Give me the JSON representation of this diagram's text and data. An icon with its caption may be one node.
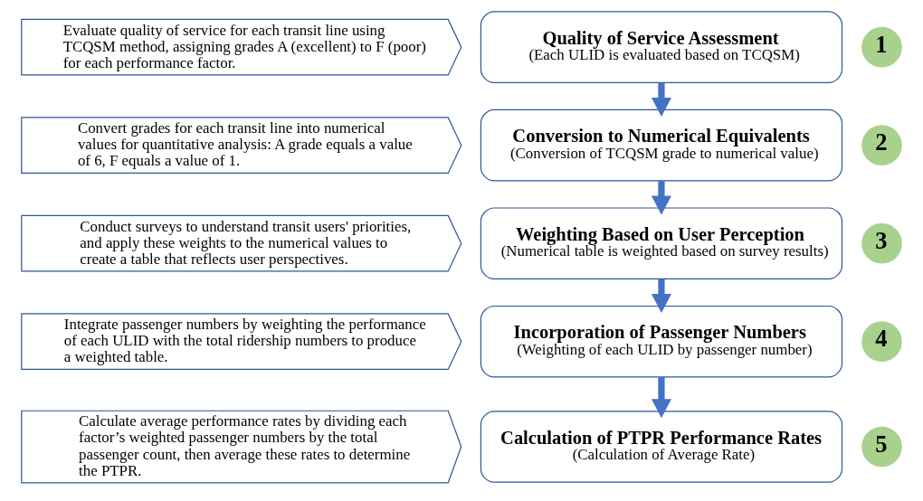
{
  "diagram": {
    "nodes": [
      {
        "text": [
          "Evaluate quality of service for each transit line using TCQSM method, assigning grades A (excellent) to F (poor) for each performance factor."
        ]
      },
      {
        "text": [
          "Quality of Service Assessment",
          "(Each ULID is evaluated based on TCQSM)"
        ]
      },
      {
        "text": [
          "1"
        ]
      },
      {
        "text": [
          "Convert grades for each transit line into numerical values for quantitative analysis: A grade equals a value of 6, F equals a value of 1."
        ]
      },
      {
        "text": [
          "Conversion to Numerical Equivalents",
          "(Conversion of TCQSM grade to numerical value)"
        ]
      },
      {
        "text": [
          "2"
        ]
      },
      {
        "text": [
          "Conduct surveys to understand transit users' priorities, and apply these weights to the numerical values to create a table that reflects user perspectives."
        ]
      },
      {
        "text": [
          "Weighting Based on User Perception",
          "(Numerical table is weighted based on survey results)"
        ]
      },
      {
        "text": [
          "3"
        ]
      },
      {
        "text": [
          "Integrate passenger numbers by weighting the performance of each ULID with the total ridership numbers to produce a weighted table."
        ]
      },
      {
        "text": [
          "Incorporation of Passenger Numbers",
          "(Weighting of each ULID by passenger number)"
        ]
      },
      {
        "text": [
          "4"
        ]
      },
      {
        "text": [
          "Calculate average performance rates by dividing each factor’s weighted passenger numbers by the total passenger count, then average these rates to determine the PTPR."
        ]
      },
      {
        "text": [
          "Calculation of PTPR Performance Rates",
          "(Calculation of Average Rate)"
        ]
      },
      {
        "text": [
          "5"
        ]
      }
    ],
    "edges": [
      {
        "from": 1,
        "to": 4,
        "arrow": "to"
      },
      {
        "from": 4,
        "to": 7,
        "arrow": "to"
      },
      {
        "from": 7,
        "to": 10,
        "arrow": "to"
      },
      {
        "from": 10,
        "to": 13,
        "arrow": "to"
      }
    ]
  }
}
